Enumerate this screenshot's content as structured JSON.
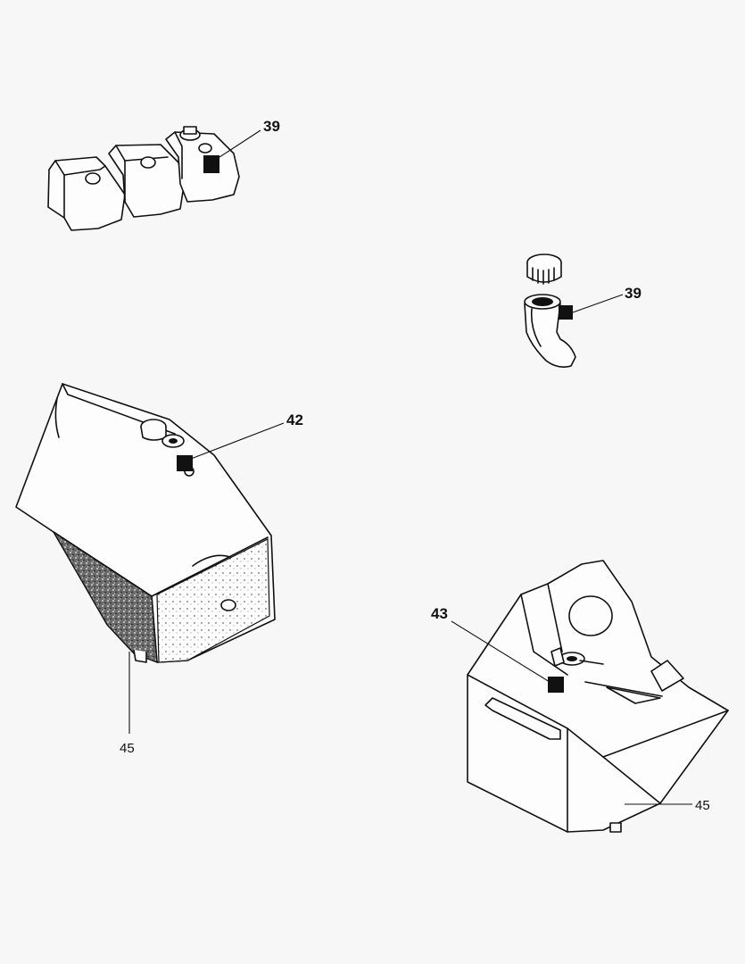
{
  "callouts": {
    "reservoirs_top": "39",
    "filler_neck": "39",
    "tank_left": "42",
    "tank_left_bottom": "45",
    "tank_right": "43",
    "tank_right_side": "45"
  }
}
